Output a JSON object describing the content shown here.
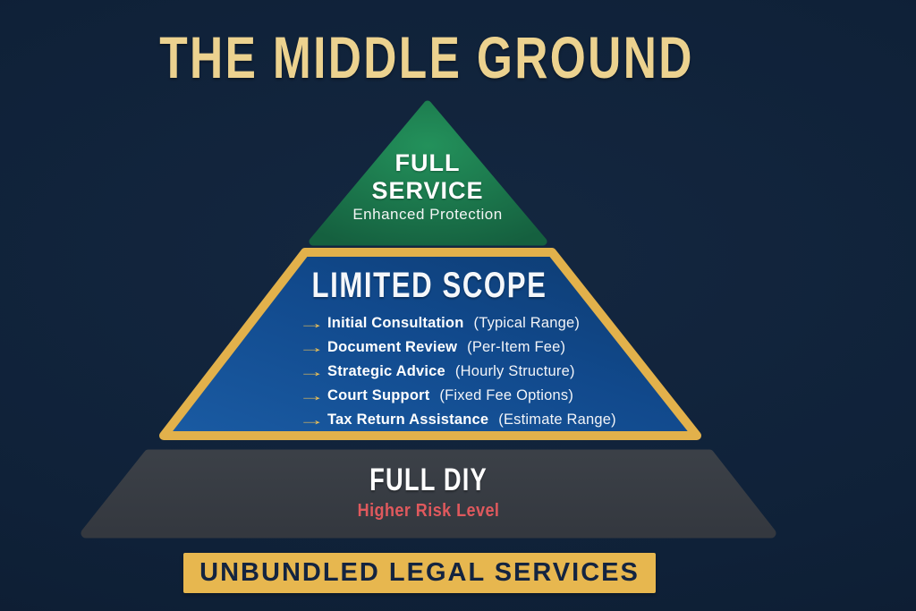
{
  "title": "THE MIDDLE GROUND",
  "icons": {
    "arrow": "→"
  },
  "pyramid": {
    "top": {
      "heading_line1": "FULL",
      "heading_line2": "SERVICE",
      "subtitle": "Enhanced Protection"
    },
    "middle": {
      "heading": "LIMITED SCOPE",
      "items": [
        {
          "label": "Initial Consultation",
          "detail": "(Typical Range)"
        },
        {
          "label": "Document Review",
          "detail": "(Per-Item Fee)"
        },
        {
          "label": "Strategic Advice",
          "detail": "(Hourly Structure)"
        },
        {
          "label": "Court Support",
          "detail": "(Fixed Fee Options)"
        },
        {
          "label": "Tax Return Assistance",
          "detail": "(Estimate Range)"
        }
      ]
    },
    "bottom": {
      "heading": "FULL DIY",
      "subtitle": "Higher Risk Level"
    }
  },
  "footer": {
    "label": "UNBUNDLED LEGAL SERVICES"
  },
  "colors": {
    "background": "#0f2138",
    "title_gold": "#ecd28f",
    "accent_gold": "#e2b14b",
    "tier_green": "#1c7d50",
    "tier_blue": "#11498c",
    "tier_gray": "#3a3e45",
    "risk_red": "#e0595d",
    "footer_text_navy": "#142440",
    "text_white": "#ffffff"
  }
}
